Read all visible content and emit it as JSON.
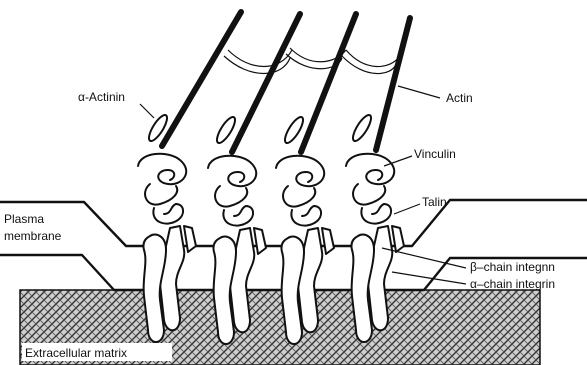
{
  "labels": {
    "alpha_actinin": "α-Actinin",
    "actin": "Actin",
    "vinculin": "Vinculin",
    "talin": "Talin",
    "plasma_membrane_line1": "Plasma",
    "plasma_membrane_line2": "membrane",
    "beta_chain": "β–chain integnn",
    "alpha_chain": "α–chain integrin",
    "ecm": "Extracellular matrix"
  },
  "colors": {
    "ink": "#111111",
    "background": "#ffffff",
    "matrix_fill": "#d9d9d9"
  },
  "icons": {
    "matrix_texture": "crosshatch-pattern"
  }
}
